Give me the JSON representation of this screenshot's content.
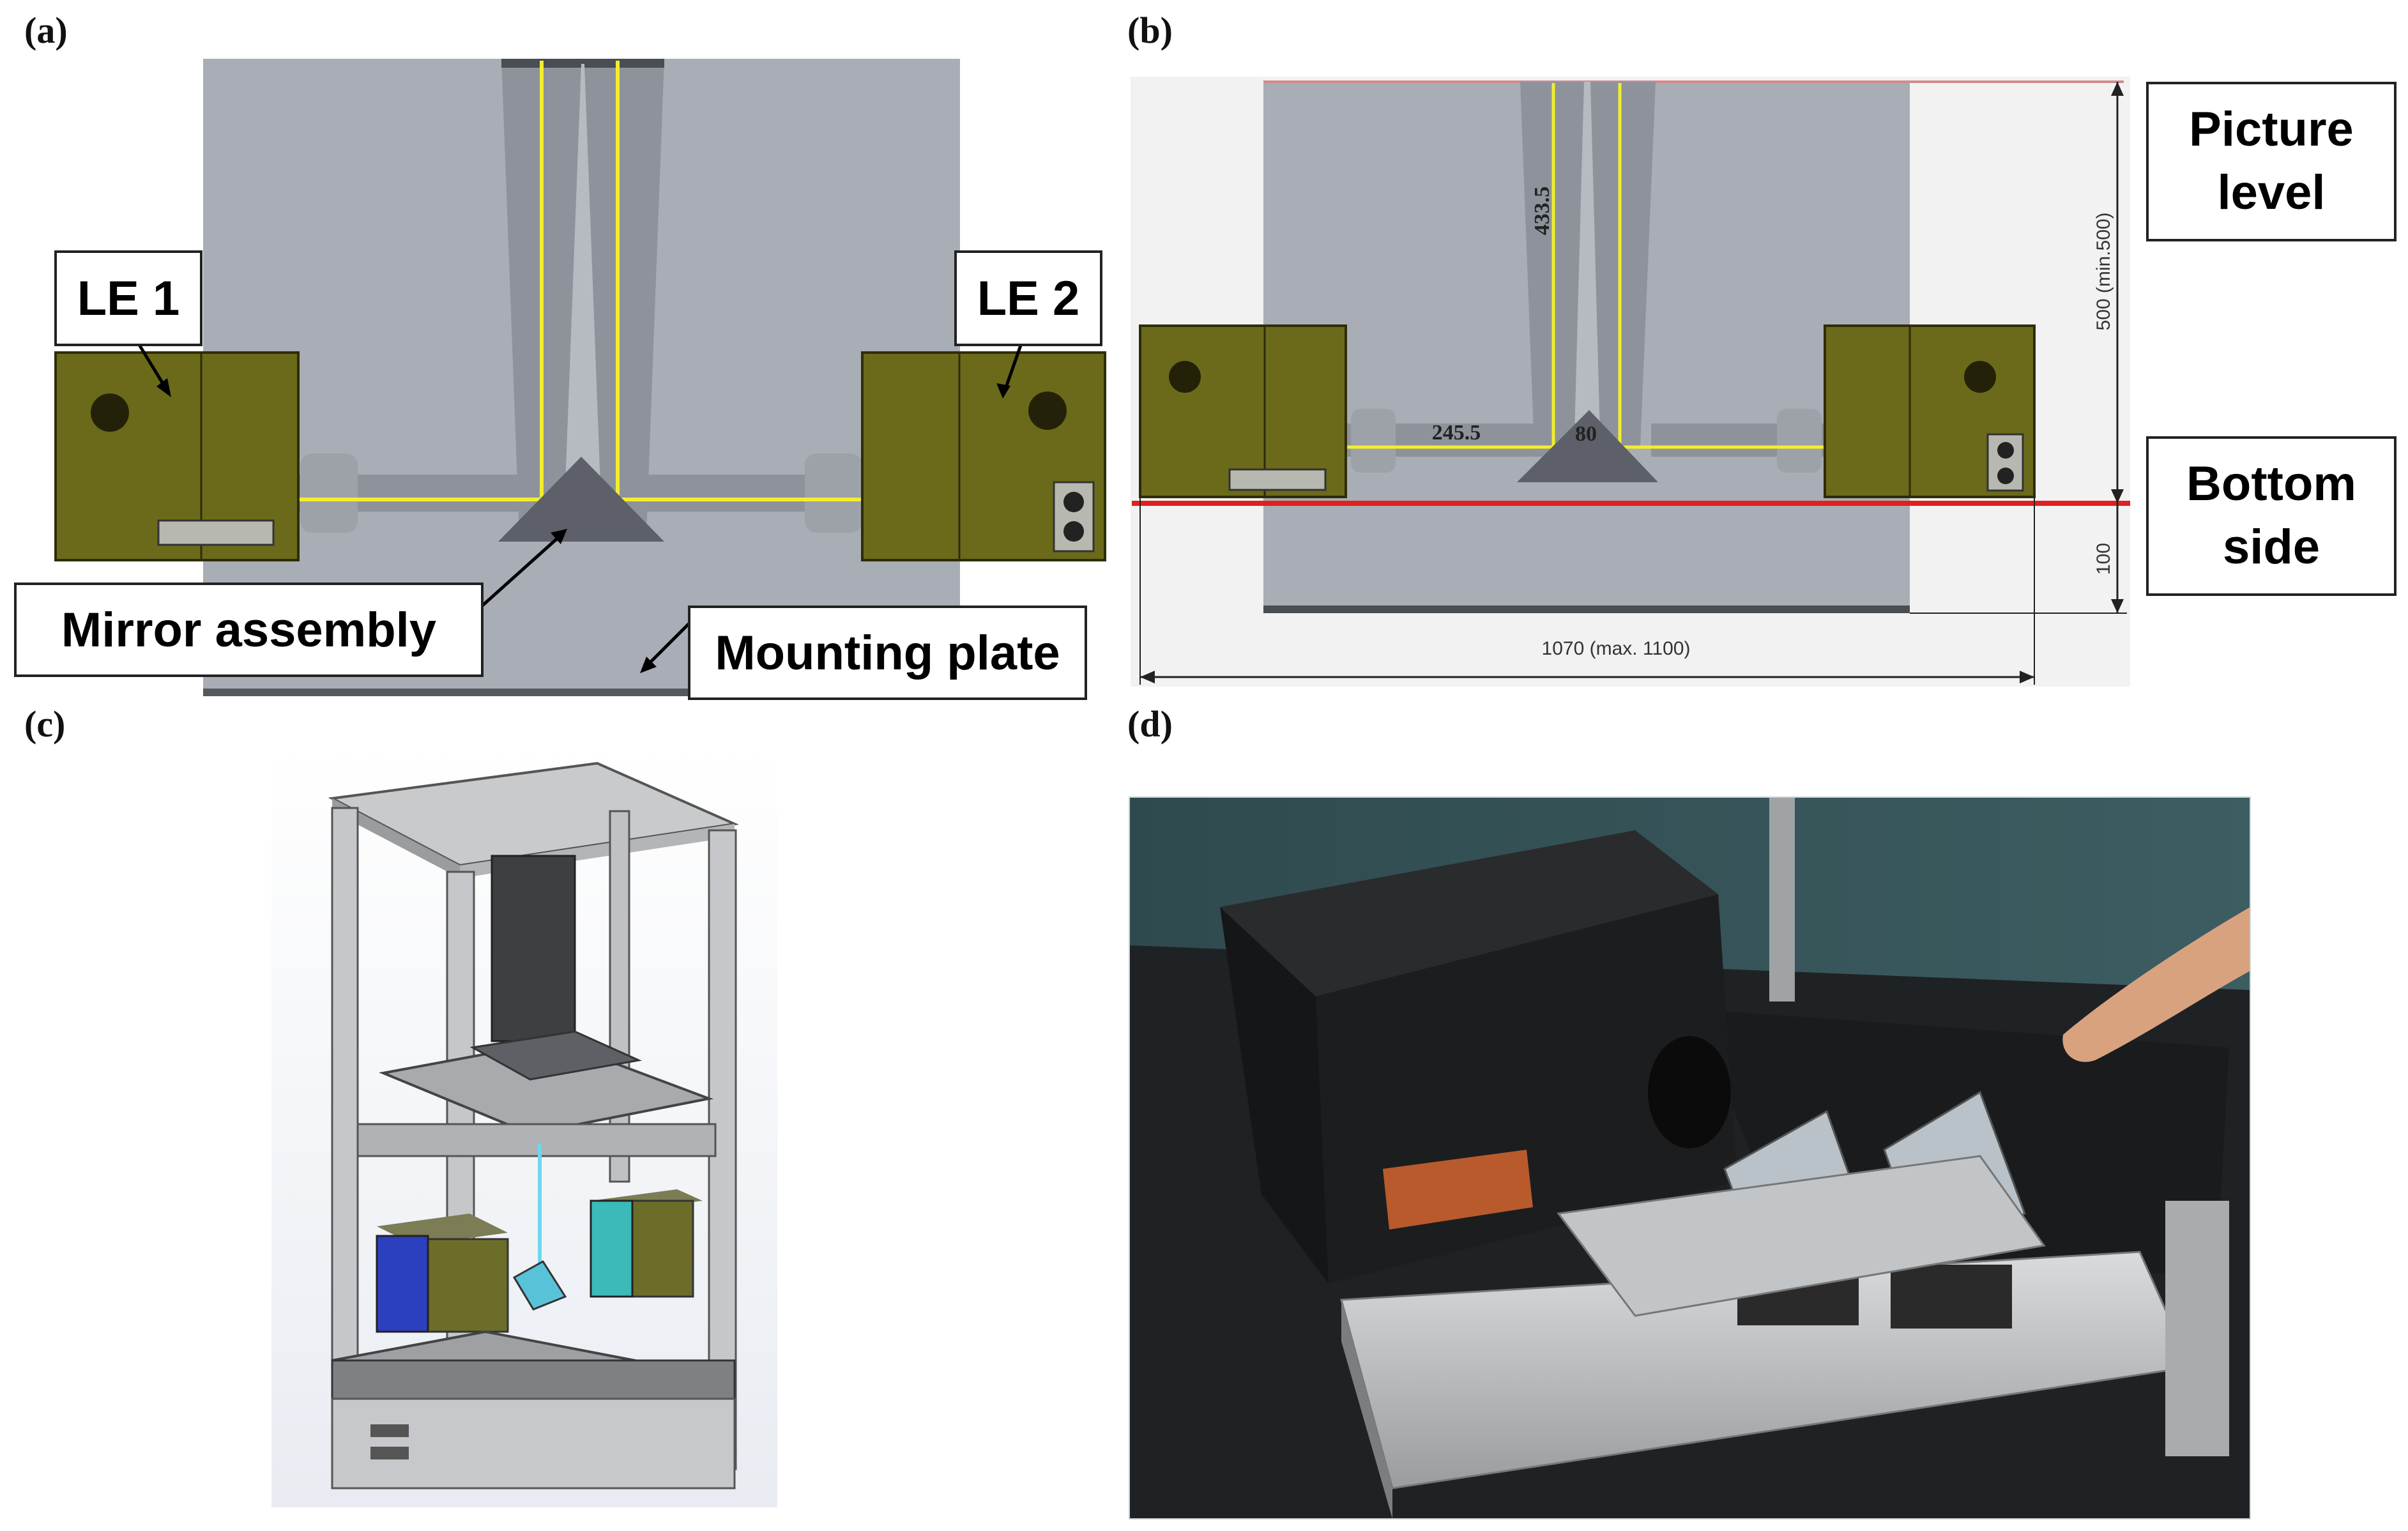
{
  "panels": {
    "a": {
      "letter": "(a)",
      "labels": {
        "le1": "LE 1",
        "le2": "LE 2",
        "mirror": "Mirror assembly",
        "plate": "Mounting plate"
      }
    },
    "b": {
      "letter": "(b)",
      "labels": {
        "picture_level_1": "Picture",
        "picture_level_2": "level",
        "bottom_side_1": "Bottom",
        "bottom_side_2": "side"
      },
      "dimensions": {
        "beam_height": "433.5",
        "beam_length": "245.5",
        "beam_gap": "80",
        "height_total": "500 (min.500)",
        "bottom_offset": "100",
        "width_total": "1070 (max. 1100)"
      }
    },
    "c": {
      "letter": "(c)"
    },
    "d": {
      "letter": "(d)"
    }
  },
  "colors": {
    "plate_grey": "#a7abb3",
    "beam_yellow": "#f2ee2c",
    "le_olive": "#6b6a1a",
    "mirror_dark": "#5d6068",
    "red_line": "#e0211f"
  }
}
